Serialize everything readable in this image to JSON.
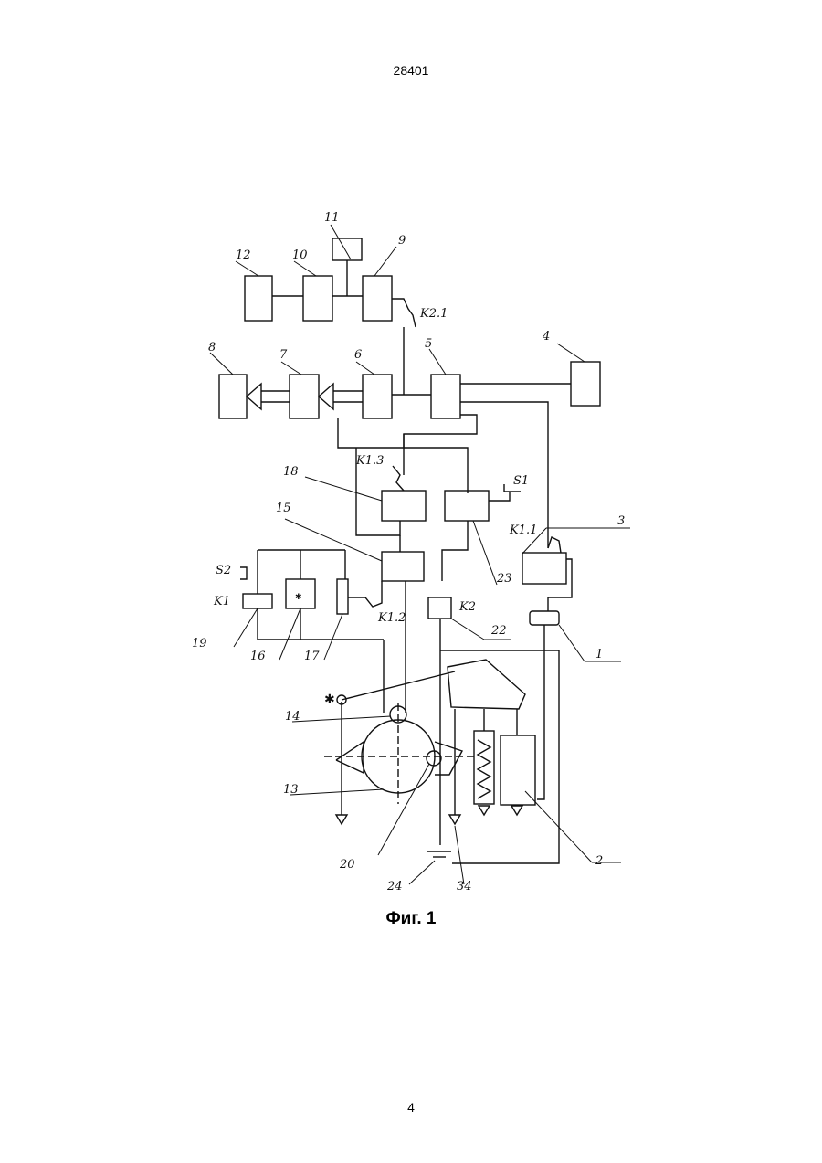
{
  "header": {
    "doc_number": "28401"
  },
  "figure": {
    "caption": "Фиг. 1",
    "block_labels": {
      "b1": "1",
      "b2": "2",
      "b3": "3",
      "b4": "4",
      "b5": "5",
      "b6": "6",
      "b7": "7",
      "b8": "8",
      "b9": "9",
      "b10": "10",
      "b11": "11",
      "b12": "12",
      "b13": "13",
      "b14": "14",
      "b15": "15",
      "b16": "16",
      "b17": "17",
      "b18": "18",
      "b19": "19",
      "b20": "20",
      "b22": "22",
      "b23": "23",
      "b24": "24",
      "b34": "34"
    },
    "contact_labels": {
      "k21": "K2.1",
      "k13": "K1.3",
      "k11": "K1.1",
      "k12": "K1.2",
      "k2": "K2",
      "k1": "K1",
      "s1": "S1",
      "s2": "S2"
    }
  },
  "footer": {
    "page_number": "4"
  }
}
